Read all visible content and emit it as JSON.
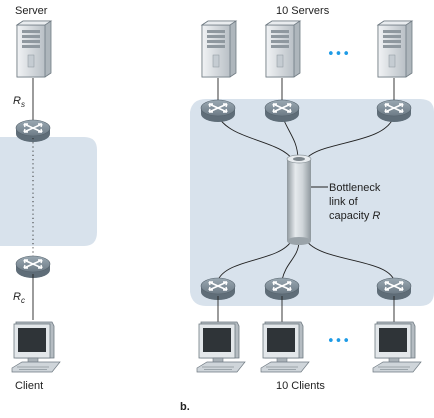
{
  "diagram": {
    "panel_a": {
      "top_label": "Server",
      "rate_server": {
        "base": "R",
        "sub": "s"
      },
      "rate_client": {
        "base": "R",
        "sub": "c"
      },
      "bottom_label": "Client"
    },
    "panel_b": {
      "top_label": "10 Servers",
      "bottleneck_lines": [
        "Bottleneck",
        "link of",
        "capacity "
      ],
      "bottleneck_var": "R",
      "bottom_label": "10 Clients",
      "panel_letter": "b.",
      "ellipsis": "•••"
    },
    "colors": {
      "network_cloud": "#d8e2ec",
      "router": "#7c8c98",
      "server": "#dfe3e6",
      "monitor_screen": "#333333",
      "ellipsis": "#1e9be6",
      "bottleneck_cylinder": "#c9ced2"
    }
  }
}
